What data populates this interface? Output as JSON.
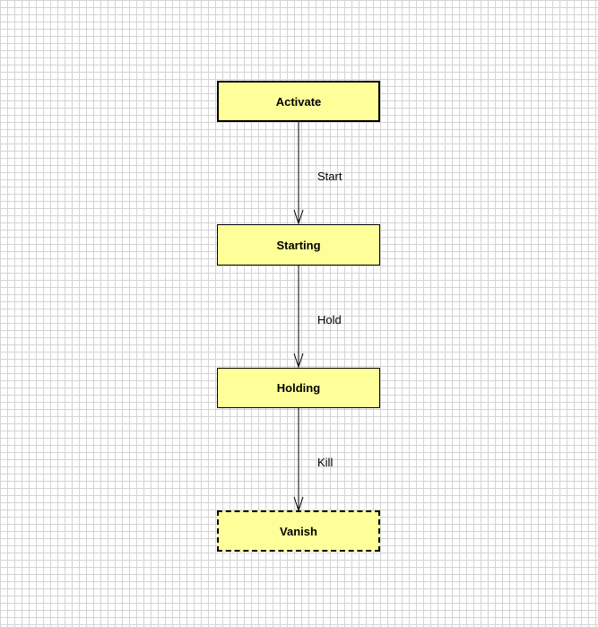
{
  "diagram": {
    "states": [
      {
        "id": "activate",
        "label": "Activate",
        "kind": "initial"
      },
      {
        "id": "starting",
        "label": "Starting",
        "kind": "normal"
      },
      {
        "id": "holding",
        "label": "Holding",
        "kind": "normal"
      },
      {
        "id": "vanish",
        "label": "Vanish",
        "kind": "final"
      }
    ],
    "transitions": [
      {
        "from": "activate",
        "to": "starting",
        "label": "Start"
      },
      {
        "from": "starting",
        "to": "holding",
        "label": "Hold"
      },
      {
        "from": "holding",
        "to": "vanish",
        "label": "Kill"
      }
    ],
    "colors": {
      "state_fill": "#ffff99",
      "line": "#000000",
      "grid": "#d4d4d4",
      "background": "#ffffff"
    }
  }
}
